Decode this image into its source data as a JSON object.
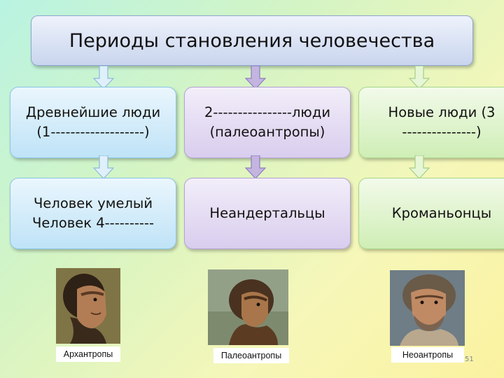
{
  "title": "Периоды становления человечества",
  "columns": [
    {
      "top": "Древнейшие люди\n(1-------------------)",
      "bottom": "Человек умелый\nЧеловек 4----------"
    },
    {
      "top": "2----------------люди\n(палеоантропы)",
      "bottom": "Неандертальцы"
    },
    {
      "top": "Новые люди (3\n---------------)",
      "bottom": "Кроманьонцы"
    }
  ],
  "photos": [
    {
      "caption": "Архантропы"
    },
    {
      "caption": "Палеоантропы"
    },
    {
      "caption": "Неоантропы"
    }
  ],
  "slide_number": "51"
}
